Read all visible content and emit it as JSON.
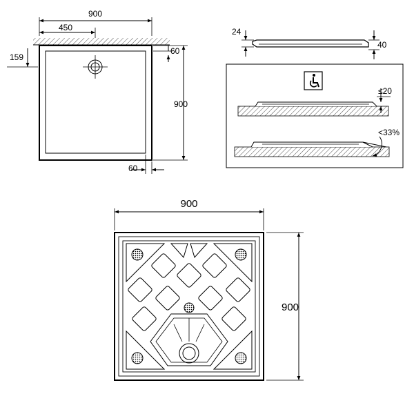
{
  "top_view": {
    "width": "900",
    "drain_offset": "450",
    "drain_depth": "159",
    "rim_top": "60",
    "height": "900",
    "rim_bottom": "60"
  },
  "side_profile": {
    "base": "24",
    "height": "40"
  },
  "accessibility": {
    "step": "≤20",
    "slope": "<33%",
    "icon": "wheelchair-icon"
  },
  "bottom_view": {
    "width": "900",
    "height": "900"
  }
}
